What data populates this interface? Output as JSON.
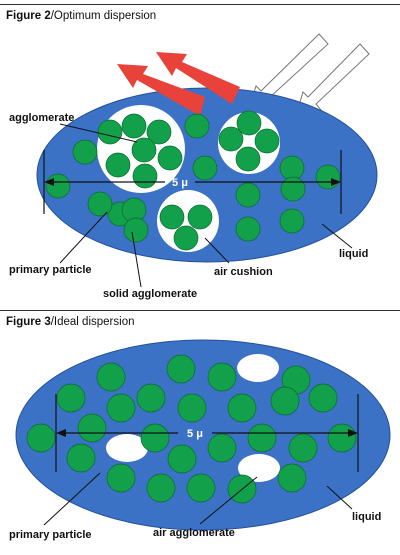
{
  "figure2": {
    "number": "Figure 2",
    "title": "/Optimum dispersion",
    "labels": {
      "agglomerate": "agglomerate",
      "primary_particle": "primary particle",
      "solid_agglomerate": "solid agglomerate",
      "air_cushion": "air cushion",
      "liquid": "liquid",
      "size": "5 μ"
    }
  },
  "figure3": {
    "number": "Figure 3",
    "title": "/Ideal dispersion",
    "labels": {
      "primary_particle": "primary particle",
      "air_agglomerate": "air agglomerate",
      "liquid": "liquid",
      "size": "5 μ"
    }
  },
  "colors": {
    "liquid": "#3b72c6",
    "particle": "#13a04a",
    "air": "#ffffff",
    "red_arrow": "#e8423a",
    "text": "#111111"
  }
}
